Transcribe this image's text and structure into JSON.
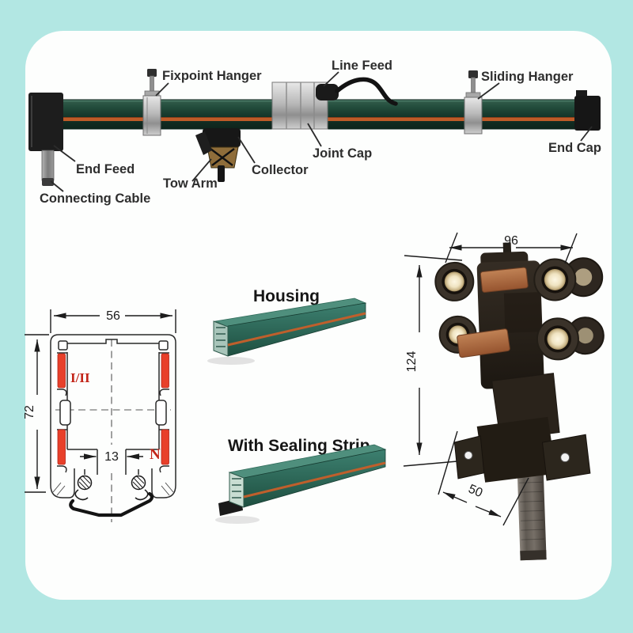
{
  "page": {
    "background_color": "#b2e7e3",
    "panel_color": "#fdfefd"
  },
  "assembly_diagram": {
    "labels": {
      "fixpoint_hanger": "Fixpoint Hanger",
      "line_feed": "Line Feed",
      "sliding_hanger": "Sliding Hanger",
      "end_feed": "End Feed",
      "connecting_cable": "Connecting Cable",
      "tow_arm": "Tow Arm",
      "collector": "Collector",
      "joint_cap": "Joint Cap",
      "end_cap": "End Cap"
    },
    "colors": {
      "rail_green": "#1e4636",
      "stripe_orange": "#bf5b28",
      "metal_silver": "#b9b9b9",
      "cap_black": "#161616"
    }
  },
  "cross_section": {
    "width_mm": "56",
    "height_mm": "72",
    "slot_mm": "13",
    "phase_label": "I/II",
    "neutral_label": "N",
    "conductor_color": "#e8402a"
  },
  "housing_view": {
    "title": "Housing"
  },
  "sealing_view": {
    "title": "With Sealing Strip"
  },
  "trolley_view": {
    "width_mm": "96",
    "height_mm": "124",
    "depth_mm": "50"
  }
}
